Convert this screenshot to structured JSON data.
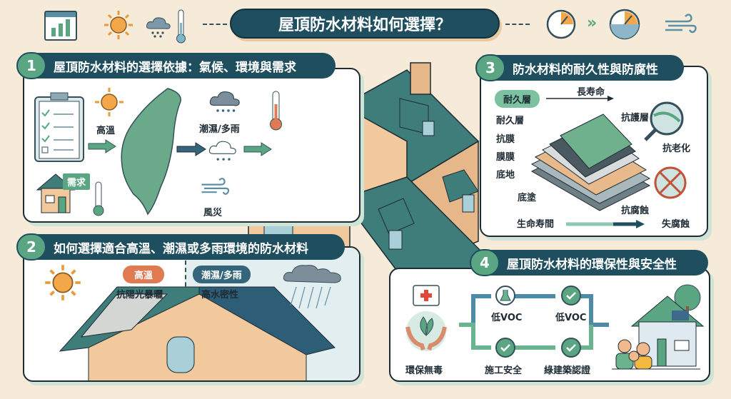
{
  "title": "屋頂防水材料如何選擇？",
  "top_icons": [
    "chart-icon",
    "sun-icon",
    "rain-cloud-icon",
    "thermometer-icon",
    "gauge-icon",
    "chevron-right-icon",
    "gauge-icon",
    "wind-icon"
  ],
  "section1": {
    "number": "1",
    "title": "屋頂防水材料的選擇依據：氣候、環境與需求",
    "labels": {
      "high_temp": "高溫",
      "humid_rain": "潮濕/多雨",
      "wind": "風災",
      "demand": "需求"
    }
  },
  "section2": {
    "number": "2",
    "title": "如何選擇適合高溫、潮濕或多雨環境的防水材料",
    "high_temp_tag": "高溫",
    "high_temp_feature": "抗陽光暴曬",
    "humid_tag": "潮濕/多雨",
    "humid_feature": "高水密性"
  },
  "section3": {
    "number": "3",
    "title": "防水材料的耐久性與防腐性",
    "durable_tag": "耐久層",
    "long_life": "長寿命",
    "layers": [
      "耐久層",
      "抗膜",
      "膜膜",
      "底地",
      "底塗"
    ],
    "protective_layer": "抗護層",
    "anti_aging": "抗老化",
    "anti_corrosion": "抗腐蝕",
    "life_span": "生命寿間",
    "corrosion_loss": "失腐蝕"
  },
  "section4": {
    "number": "4",
    "title": "屋頂防水材料的環保性與安全性",
    "eco": "環保無毒",
    "steps_top": [
      "低VOC",
      "低VOC"
    ],
    "steps_bottom": [
      "施工安全",
      "綠建築認證"
    ]
  },
  "colors": {
    "navy": "#1f4e5f",
    "green": "#5aa683",
    "orange": "#e07a52",
    "bg": "#f6ead9"
  }
}
